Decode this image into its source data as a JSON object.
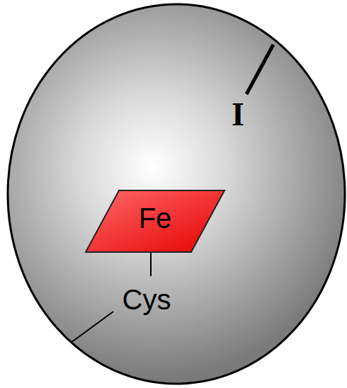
{
  "diagram": {
    "nodes": [
      {
        "text": [
          "Fe"
        ]
      }
    ],
    "labels": [
      "I",
      "Cys"
    ]
  }
}
